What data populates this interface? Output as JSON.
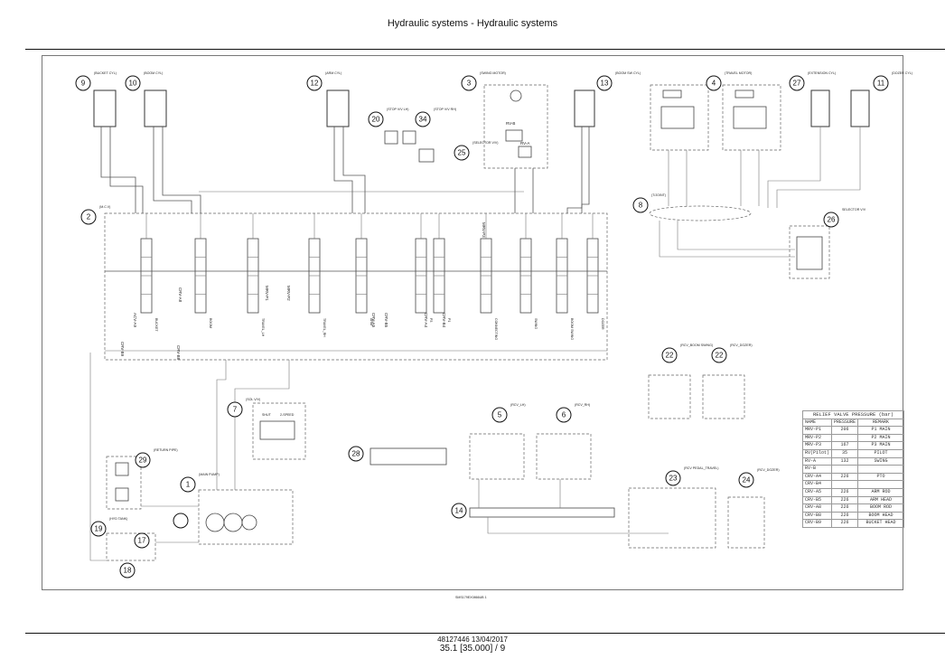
{
  "header": {
    "title": "Hydraulic systems - Hydraulic systems"
  },
  "diagram": {
    "sheet_ref": "SMS179EX0866UB  1",
    "callouts": [
      {
        "num": "9",
        "label": "(BUCKET CYL)"
      },
      {
        "num": "10",
        "label": "(BOOM CYL)"
      },
      {
        "num": "12",
        "label": "(ARM CYL)"
      },
      {
        "num": "3",
        "label": "(SWING MOTOR)"
      },
      {
        "num": "13",
        "label": "(BOOM SW CYL)"
      },
      {
        "num": "4",
        "label": "(TRAVEL MOTOR)"
      },
      {
        "num": "27",
        "label": "(EXTENSION CYL)"
      },
      {
        "num": "11",
        "label": "(DOZER CYL)"
      },
      {
        "num": "20",
        "label": "(STOP V/V LH)"
      },
      {
        "num": "34",
        "label": "(STOP V/V RH)"
      },
      {
        "num": "25",
        "label": "(SELECTOR V/V)"
      },
      {
        "num": "2",
        "label": "(M.C.V)"
      },
      {
        "num": "8",
        "label": "(T/JOINT)"
      },
      {
        "num": "26",
        "label": "SELECTOR V/V"
      },
      {
        "num": "22",
        "label": "(RCV_BOOM SWING)"
      },
      {
        "num": "22",
        "label": "(RCV_DOZER)"
      },
      {
        "num": "7",
        "label": "(SOL V/V)"
      },
      {
        "num": "29",
        "label": "(RETURN PIPE)"
      },
      {
        "num": "28",
        "label": ""
      },
      {
        "num": "5",
        "label": "(RCV_LH)"
      },
      {
        "num": "6",
        "label": "(RCV_RH)"
      },
      {
        "num": "1",
        "label": "(MAIN PUMP)"
      },
      {
        "num": "14",
        "label": ""
      },
      {
        "num": "23",
        "label": "(RCV PEDAL_TRAVEL)"
      },
      {
        "num": "24",
        "label": "(RCV_DOZER)"
      },
      {
        "num": "19",
        "label": "(HYD TANK)"
      },
      {
        "num": "17",
        "label": ""
      },
      {
        "num": "18",
        "label": ""
      }
    ],
    "valve_sections": [
      "BUCKET",
      "BOOM",
      "TRAVEL_LH",
      "TRAVEL_RH",
      "ARM",
      "P3",
      "P1",
      "CONNECTING",
      "SWING",
      "BOOM SWING",
      "DOZER"
    ],
    "valve_labels": [
      "ACV-A9",
      "CRV-A8",
      "CRV-B9",
      "CRV-B8",
      "MRV-P1",
      "MRV-P2",
      "CRV-A5",
      "CRV-B5",
      "CRV-A4",
      "CRV-B4",
      "MRV-P3"
    ],
    "motor_labels": [
      "RV-B",
      "RV-A"
    ],
    "sol_valve_labels": [
      "SHUT",
      "2-SPEED"
    ]
  },
  "relief_table": {
    "title": "RELIEF VALVE PRESSURE (bar)",
    "headers": [
      "NAME",
      "PRESSURE",
      "REMARK"
    ],
    "rows": [
      [
        "MRV-P1",
        "206",
        "P1 MAIN"
      ],
      [
        "MRV-P2",
        "",
        "P2 MAIN"
      ],
      [
        "MRV-P3",
        "167",
        "P3 MAIN"
      ],
      [
        "RV(Pilot)",
        "35",
        "PILOT"
      ],
      [
        "RV-A",
        "132",
        "SWING"
      ],
      [
        "RV-B",
        "",
        ""
      ],
      [
        "CRV-A4",
        "226",
        "PTO"
      ],
      [
        "CRV-B4",
        "",
        ""
      ],
      [
        "CRV-A5",
        "226",
        "ARM ROD"
      ],
      [
        "CRV-B5",
        "226",
        "ARM HEAD"
      ],
      [
        "CRV-A8",
        "226",
        "BOOM ROD"
      ],
      [
        "CRV-B8",
        "226",
        "BOOM HEAD"
      ],
      [
        "CRV-B9",
        "226",
        "BUCKET HEAD"
      ]
    ]
  },
  "footer": {
    "doc_id": "48127446 13/04/2017",
    "page": "35.1 [35.000] / 9"
  }
}
